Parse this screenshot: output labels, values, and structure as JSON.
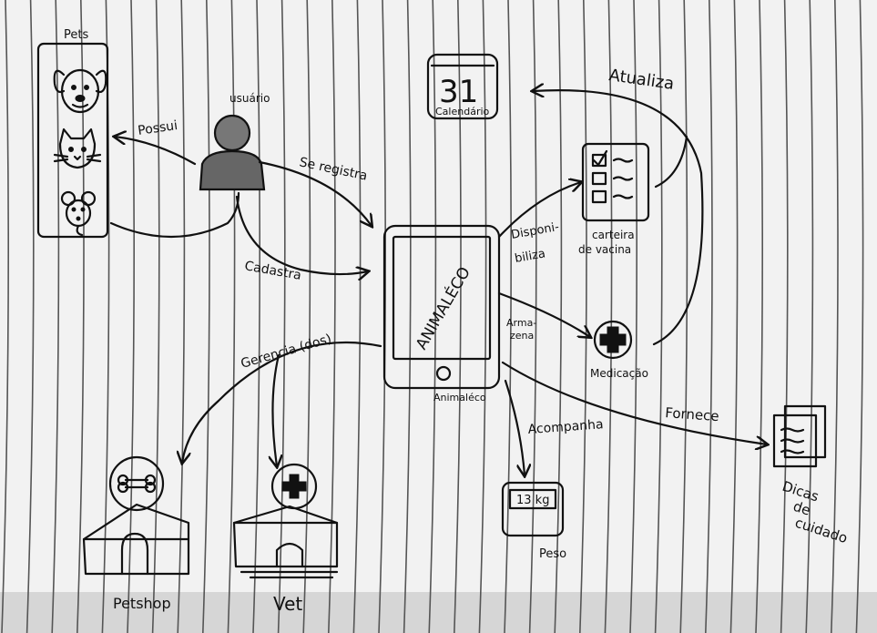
{
  "nodes": {
    "pets": "Pets",
    "usuario": "usuário",
    "calendario_number": "31",
    "calendario": "Calendário",
    "app_screen": "ANIMALÉCO",
    "app": "Animaléco",
    "carteira": [
      "carteira",
      "de vacina"
    ],
    "medicacao": "Medicação",
    "peso_display": "13 kg",
    "peso": "Peso",
    "dicas": [
      "Dicas",
      "de",
      "cuidado"
    ],
    "petshop": "Petshop",
    "vet": "Vet"
  },
  "edges": {
    "possui": "Possui",
    "se_registra": "Se registra",
    "cadastra": "Cadastra",
    "gerencia": "Gerencia (dos)",
    "disponibiliza": [
      "Disponi-",
      "biliza"
    ],
    "armazena": [
      "Arma-",
      "zena"
    ],
    "atualiza": "Atualiza",
    "acompanha": "Acompanha",
    "fornece": "Fornece"
  },
  "colors": {
    "paper": "#f2f2f2",
    "ink": "#111111",
    "rule": "#555555"
  }
}
